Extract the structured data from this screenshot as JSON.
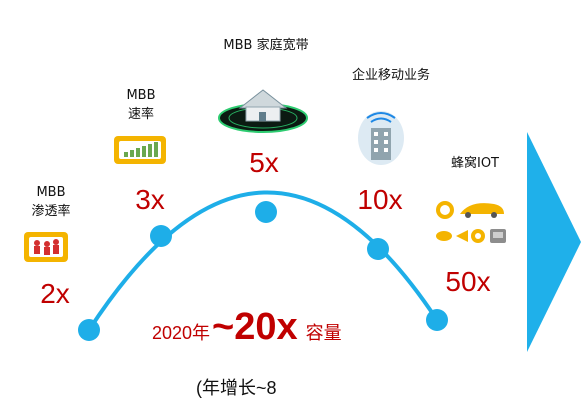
{
  "segments": [
    {
      "label_lines": [
        "MBB",
        "渗透率"
      ],
      "multiplier": "2x",
      "icon": "people-icon"
    },
    {
      "label_lines": [
        "MBB",
        "速率"
      ],
      "multiplier": "3x",
      "icon": "signal-bars-icon"
    },
    {
      "label_lines": [
        "MBB 家庭宽带"
      ],
      "multiplier": "5x",
      "icon": "house-icon"
    },
    {
      "label_lines": [
        "企业移动业务"
      ],
      "multiplier": "10x",
      "icon": "office-building-icon"
    },
    {
      "label_lines": [
        "蜂窝IOT"
      ],
      "multiplier": "50x",
      "icon": "iot-devices-icon"
    }
  ],
  "summary": {
    "year_prefix": "2020年",
    "growth": "~20x",
    "suffix": "容量",
    "annual_note": "(年增长~8"
  },
  "colors": {
    "arc": "#1eaee8",
    "multiplier": "#c00000",
    "icon_yellow": "#f4b400",
    "arrow": "#1fb0ea"
  }
}
